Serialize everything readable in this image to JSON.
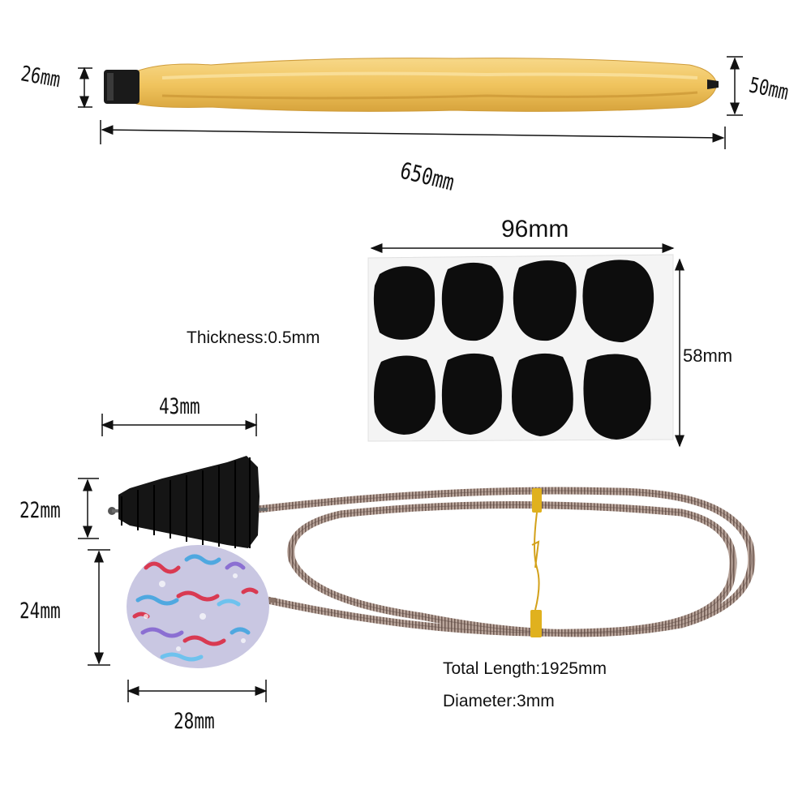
{
  "labels": {
    "swab_end_dia": "26mm",
    "swab_tip_dia": "50mm",
    "swab_length": "650mm",
    "pad_sheet_width": "96mm",
    "pad_sheet_height": "58mm",
    "pad_thickness": "Thickness:0.5mm",
    "brush_length": "43mm",
    "brush_dia": "22mm",
    "mop_height": "24mm",
    "mop_width": "28mm",
    "total_length": "Total Length:1925mm",
    "diameter": "Diameter:3mm"
  },
  "colors": {
    "swab_fur": "#f1c96a",
    "swab_fur_shadow": "#d9a640",
    "cap": "#1a1a1a",
    "pad": "#0d0d0d",
    "sheet": "#f4f4f4",
    "spring": "#9a8378",
    "tie": "#e0b11e",
    "bristle": "#151515"
  },
  "icons": {
    "swab": "saxophone-swab-icon",
    "pads": "mouthpiece-pads-icon",
    "brush": "flexible-cleaning-brush-icon"
  }
}
